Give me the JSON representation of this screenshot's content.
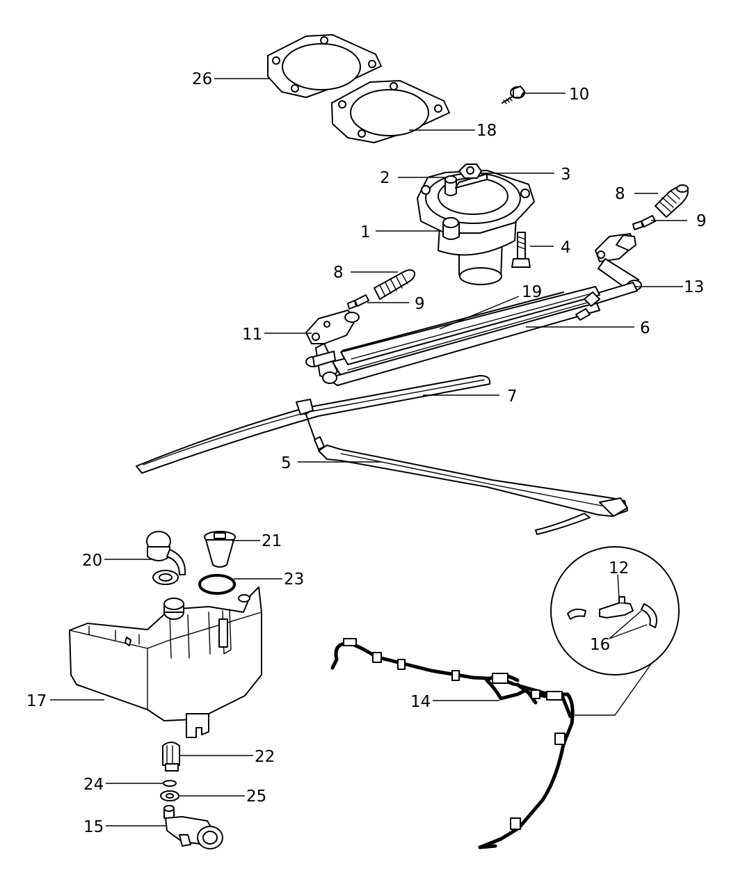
{
  "colors": {
    "line": "#000000",
    "background": "#ffffff",
    "shade": "#d9d9d9"
  },
  "callouts": [
    {
      "id": "c26",
      "label": "26"
    },
    {
      "id": "c10",
      "label": "10"
    },
    {
      "id": "c18",
      "label": "18"
    },
    {
      "id": "c2",
      "label": "2"
    },
    {
      "id": "c3",
      "label": "3"
    },
    {
      "id": "c8a",
      "label": "8"
    },
    {
      "id": "c9a",
      "label": "9"
    },
    {
      "id": "c1",
      "label": "1"
    },
    {
      "id": "c4",
      "label": "4"
    },
    {
      "id": "c8b",
      "label": "8"
    },
    {
      "id": "c13",
      "label": "13"
    },
    {
      "id": "c9b",
      "label": "9"
    },
    {
      "id": "c19",
      "label": "19"
    },
    {
      "id": "c11",
      "label": "11"
    },
    {
      "id": "c6",
      "label": "6"
    },
    {
      "id": "c7",
      "label": "7"
    },
    {
      "id": "c5",
      "label": "5"
    },
    {
      "id": "c21",
      "label": "21"
    },
    {
      "id": "c20",
      "label": "20"
    },
    {
      "id": "c23",
      "label": "23"
    },
    {
      "id": "c12",
      "label": "12"
    },
    {
      "id": "c16",
      "label": "16"
    },
    {
      "id": "c17",
      "label": "17"
    },
    {
      "id": "c14",
      "label": "14"
    },
    {
      "id": "c22",
      "label": "22"
    },
    {
      "id": "c24",
      "label": "24"
    },
    {
      "id": "c25",
      "label": "25"
    },
    {
      "id": "c15",
      "label": "15"
    }
  ]
}
